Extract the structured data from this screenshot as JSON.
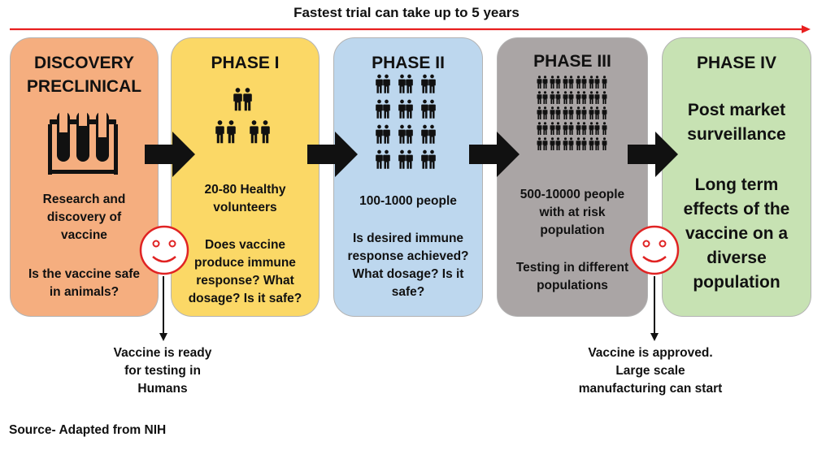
{
  "banner": "Fastest trial can take up to 5 years",
  "colors": {
    "timeline_arrow": "#e81f1f",
    "discovery": "#f5ae7f",
    "phase1": "#fbd866",
    "phase2": "#bdd7ee",
    "phase3": "#aaa5a5",
    "phase4": "#c7e2b3",
    "face": "#e02323",
    "arrow": "#111111"
  },
  "stages": [
    {
      "title_line1": "DISCOVERY",
      "title_line2": "PRECLINICAL",
      "icon": "test-tubes-icon",
      "text1": [
        "Research and",
        "discovery of",
        "vaccine"
      ],
      "text2": [
        "Is the vaccine safe",
        "in animals?"
      ]
    },
    {
      "title": "PHASE I",
      "icon": "people-small-group-icon",
      "text1": [
        "20-80 Healthy",
        "volunteers"
      ],
      "text2": [
        "Does vaccine",
        "produce immune",
        "response? What",
        "dosage? Is it safe?"
      ]
    },
    {
      "title": "PHASE II",
      "icon": "people-medium-group-icon",
      "text1": [
        "100-1000 people"
      ],
      "text2": [
        "Is desired immune",
        "response achieved?",
        "What dosage? Is it",
        "safe?"
      ]
    },
    {
      "title": "PHASE III",
      "icon": "people-large-group-icon",
      "text1": [
        "500-10000 people",
        "with at risk",
        "population"
      ],
      "text2": [
        "Testing in different",
        "populations"
      ]
    },
    {
      "title": "PHASE IV",
      "text1": [
        "Post market",
        "surveillance"
      ],
      "text2": [
        "Long term",
        "effects of the",
        "vaccine on a",
        "diverse",
        "population"
      ]
    }
  ],
  "milestones": [
    {
      "icon": "smiley-face-icon",
      "text": [
        "Vaccine is ready",
        "for testing in",
        "Humans"
      ]
    },
    {
      "icon": "smiley-face-icon",
      "text": [
        "Vaccine is approved.",
        "Large scale",
        "manufacturing can start"
      ]
    }
  ],
  "source": "Source- Adapted from NIH"
}
